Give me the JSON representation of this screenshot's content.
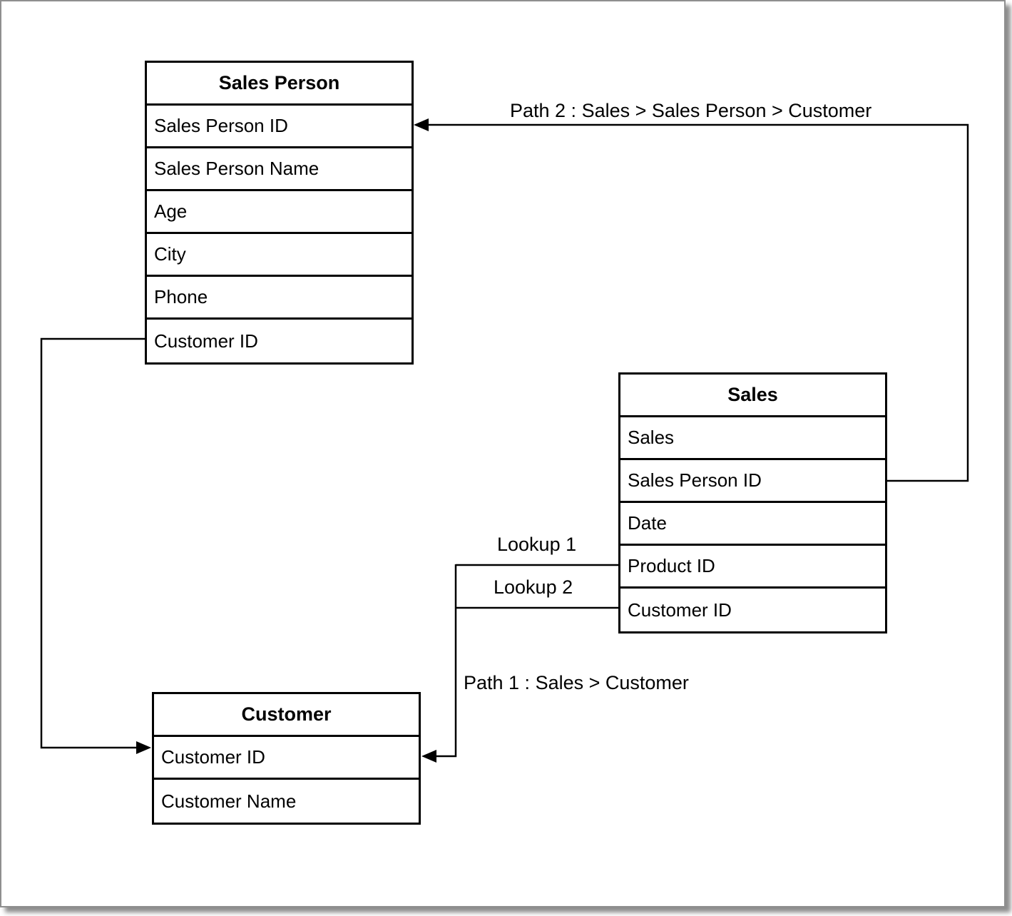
{
  "diagram": {
    "tables": {
      "sales_person": {
        "title": "Sales Person",
        "rows": [
          "Sales Person ID",
          "Sales Person Name",
          "Age",
          "City",
          "Phone",
          "Customer ID"
        ]
      },
      "sales": {
        "title": "Sales",
        "rows": [
          "Sales",
          "Sales Person ID",
          "Date",
          "Product ID",
          "Customer ID"
        ]
      },
      "customer": {
        "title": "Customer",
        "rows": [
          "Customer ID",
          "Customer Name"
        ]
      }
    },
    "labels": {
      "path2": "Path 2 : Sales > Sales Person > Customer",
      "path1": "Path 1 : Sales > Customer",
      "lookup1": "Lookup 1",
      "lookup2": "Lookup 2"
    },
    "colors": {
      "line": "#000000",
      "table_border": "#000000",
      "text": "#000000",
      "frame_border": "#8f8f8f",
      "background": "#ffffff"
    }
  }
}
